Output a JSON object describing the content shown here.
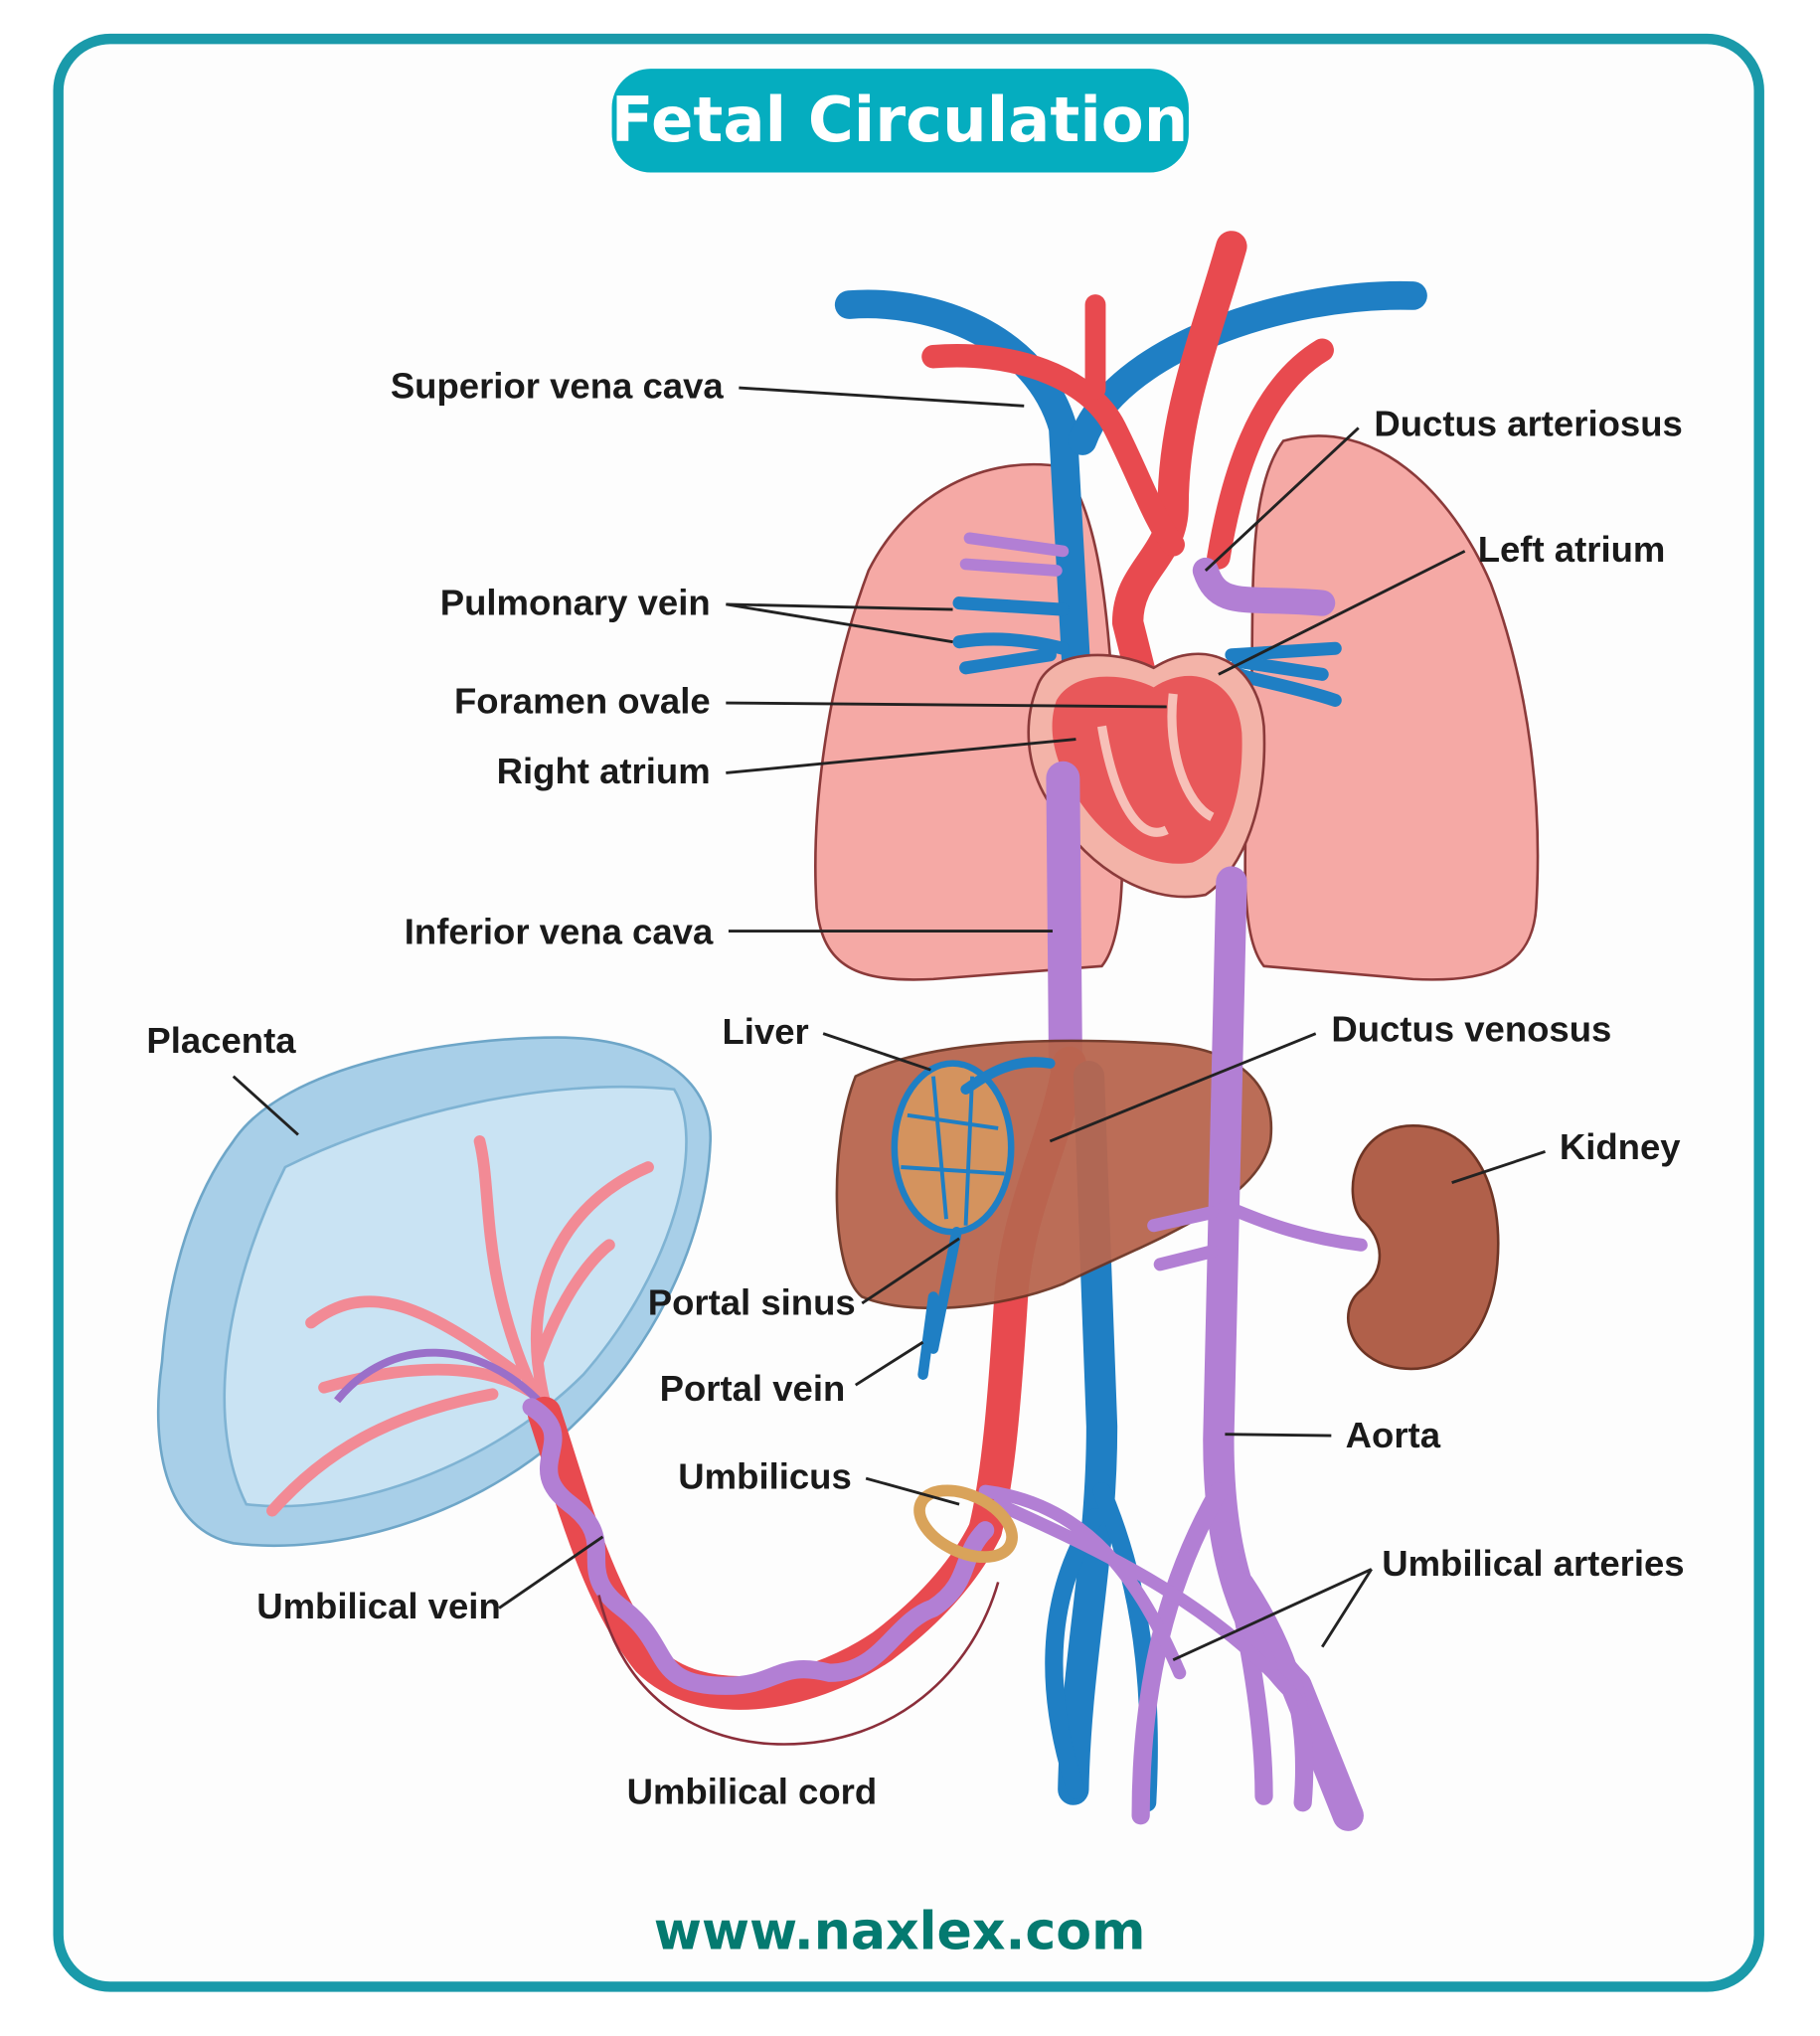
{
  "title": "Fetal Circulation",
  "footer_url": "www.naxlex.com",
  "colors": {
    "frame": "#1a9aaa",
    "title_bg": "#05adbf",
    "url": "#047a70",
    "vein": "#1f7fc4",
    "artery": "#e84a4f",
    "mixed": "#b27fd4"
  },
  "labels": {
    "superior_vena_cava": "Superior vena cava",
    "pulmonary_vein": "Pulmonary vein",
    "foramen_ovale": "Foramen ovale",
    "right_atrium": "Right atrium",
    "inferior_vena_cava": "Inferior vena cava",
    "placenta": "Placenta",
    "liver": "Liver",
    "portal_sinus": "Portal sinus",
    "portal_vein": "Portal vein",
    "umbilicus": "Umbilicus",
    "umbilical_vein": "Umbilical vein",
    "umbilical_cord": "Umbilical cord",
    "ductus_arteriosus": "Ductus arteriosus",
    "left_atrium": "Left atrium",
    "ductus_venosus": "Ductus venosus",
    "kidney": "Kidney",
    "aorta": "Aorta",
    "umbilical_arteries": "Umbilical arteries"
  }
}
